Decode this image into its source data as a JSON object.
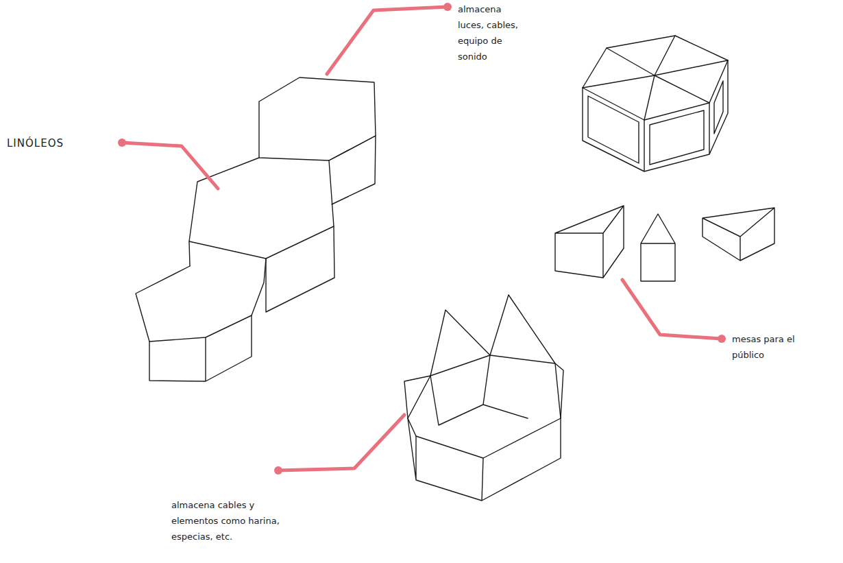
{
  "diagram": {
    "labels": [
      "almacena luces, cables, equipo de sonido",
      "LINÓLEOS",
      "mesas para el público",
      "almacena cables y elementos como harina, especias, etc."
    ]
  }
}
